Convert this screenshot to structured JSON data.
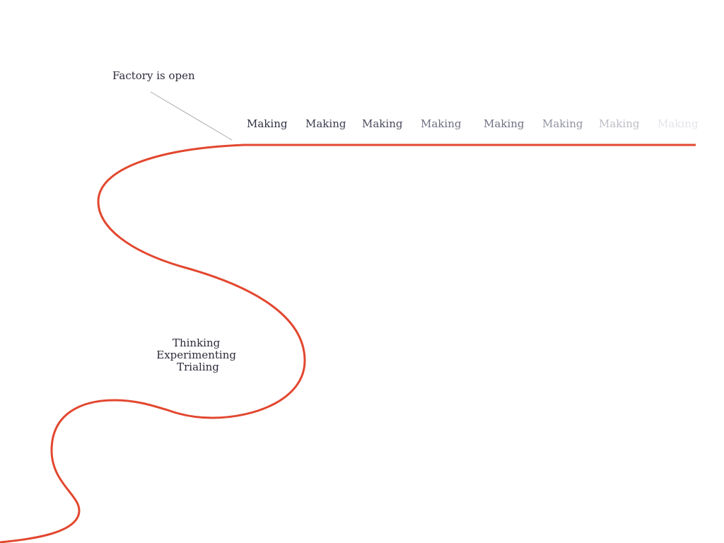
{
  "annotation": {
    "text": "Factory is open",
    "color": "#2b2b3a",
    "leader_color": "#a9a9a9"
  },
  "thinking_phase": {
    "lines": [
      "Thinking",
      "Experimenting",
      "Trialing"
    ],
    "color": "#2b2b3a"
  },
  "making_phase": {
    "labels": [
      "Making",
      "Making",
      "Making",
      "Making",
      "Making",
      "Making",
      "Making",
      "Making"
    ],
    "colors": [
      "#2f3042",
      "#3b3c4e",
      "#4a4b5c",
      "#6e6f80",
      "#6f7081",
      "#9293a1",
      "#bcbdc6",
      "#e4e4ea"
    ]
  },
  "path_color": "#e2472f"
}
